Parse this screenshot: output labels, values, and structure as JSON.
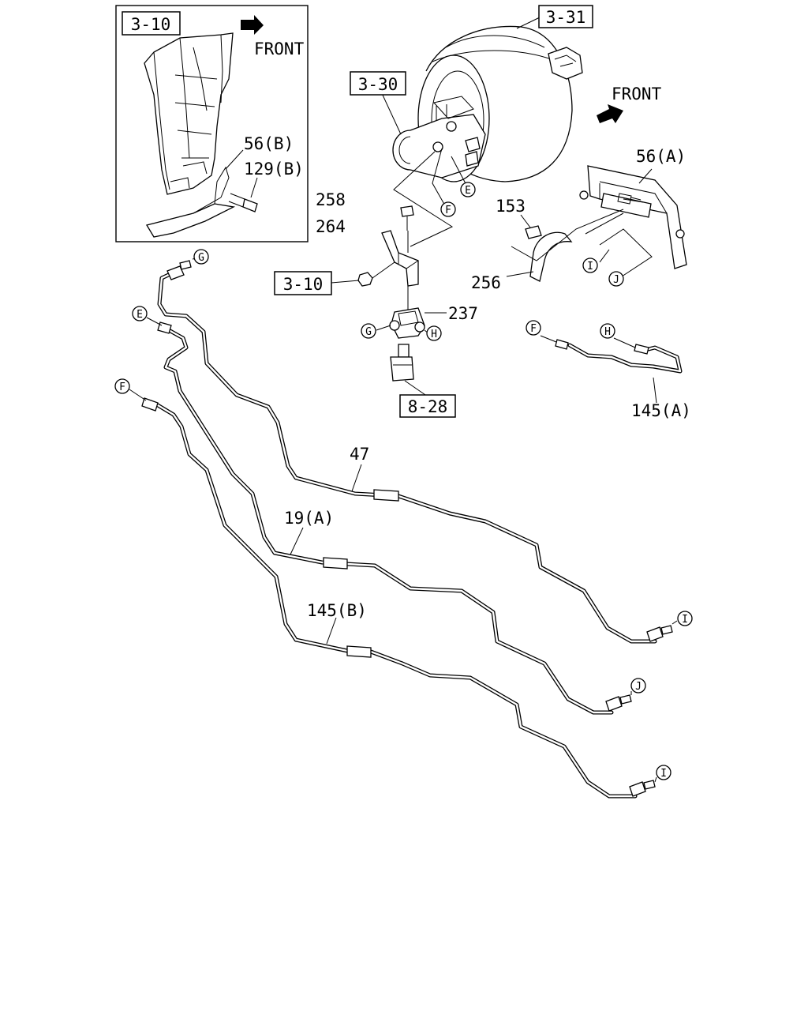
{
  "front_labels": [
    "FRONT",
    "FRONT"
  ],
  "ref_boxes": {
    "ref_3_10_inset": "3-10",
    "ref_3_31": "3-31",
    "ref_3_30": "3-30",
    "ref_3_10_main": "3-10",
    "ref_8_28": "8-28"
  },
  "part_labels": {
    "p56b": "56(B)",
    "p129b": "129(B)",
    "p258": "258",
    "p264": "264",
    "p237": "237",
    "p153": "153",
    "p56a": "56(A)",
    "p256": "256",
    "p145a": "145(A)",
    "p47": "47",
    "p19a": "19(A)",
    "p145b": "145(B)"
  },
  "connection_markers": {
    "e_top": "E",
    "f_top": "F",
    "i_bracket": "I",
    "j_bracket": "J",
    "g_valve": "G",
    "h_valve": "H",
    "f_145a": "F",
    "h_145a": "H",
    "g_47": "G",
    "e_19a": "E",
    "f_145b": "F",
    "i_47": "I",
    "j_19a": "J",
    "i_145b": "I"
  }
}
